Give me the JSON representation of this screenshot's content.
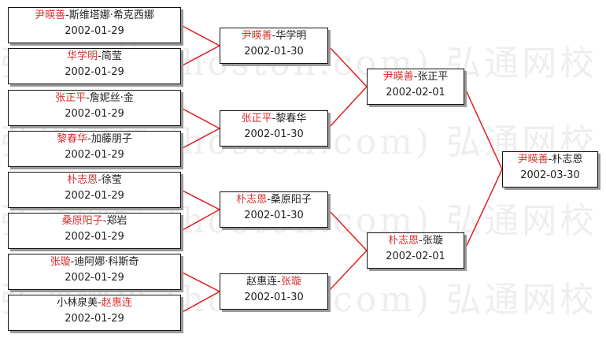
{
  "watermark": "弘通网校 (hoston.com) 弘通网校",
  "colors": {
    "winner": "#d83030",
    "line": "#e02020",
    "text": "#222222",
    "watermark": "#eeeeee"
  },
  "round1": [
    {
      "p1": "尹暎善",
      "sep": "-",
      "p2": "斯维塔娜·希克西娜",
      "winner": "p1",
      "date": "2002-01-29"
    },
    {
      "p1": "华学明",
      "sep": "-",
      "p2": "简莹",
      "winner": "p1",
      "date": "2002-01-29"
    },
    {
      "p1": "张正平",
      "sep": "-",
      "p2": "詹妮丝·金",
      "winner": "p1",
      "date": "2002-01-29"
    },
    {
      "p1": "黎春华",
      "sep": "-",
      "p2": "加藤朋子",
      "winner": "p1",
      "date": "2002-01-29"
    },
    {
      "p1": "朴志恩",
      "sep": "-",
      "p2": "徐莹",
      "winner": "p1",
      "date": "2002-01-29"
    },
    {
      "p1": "桑原阳子",
      "sep": "-",
      "p2": "郑岩",
      "winner": "p1",
      "date": "2002-01-29"
    },
    {
      "p1": "张璇",
      "sep": "-",
      "p2": "迪阿娜·科斯奇",
      "winner": "p1",
      "date": "2002-01-29"
    },
    {
      "p1": "小林泉美",
      "sep": "-",
      "p2": "赵惠连",
      "winner": "p2",
      "date": "2002-01-29"
    }
  ],
  "round2": [
    {
      "p1": "尹暎善",
      "sep": "-",
      "p2": "华学明",
      "winner": "p1",
      "date": "2002-01-30"
    },
    {
      "p1": "张正平",
      "sep": "-",
      "p2": "黎春华",
      "winner": "p1",
      "date": "2002-01-30"
    },
    {
      "p1": "朴志恩",
      "sep": "-",
      "p2": "桑原阳子",
      "winner": "p1",
      "date": "2002-01-30"
    },
    {
      "p1": "赵惠连",
      "sep": "-",
      "p2": "张璇",
      "winner": "p2",
      "date": "2002-01-30"
    }
  ],
  "round3": [
    {
      "p1": "尹暎善",
      "sep": "-",
      "p2": "张正平",
      "winner": "p1",
      "date": "2002-02-01"
    },
    {
      "p1": "朴志恩",
      "sep": "-",
      "p2": "张璇",
      "winner": "p1",
      "date": "2002-02-01"
    }
  ],
  "final": [
    {
      "p1": "尹暎善",
      "sep": "-",
      "p2": "朴志恩",
      "winner": "p1",
      "date": "2002-03-30"
    }
  ]
}
